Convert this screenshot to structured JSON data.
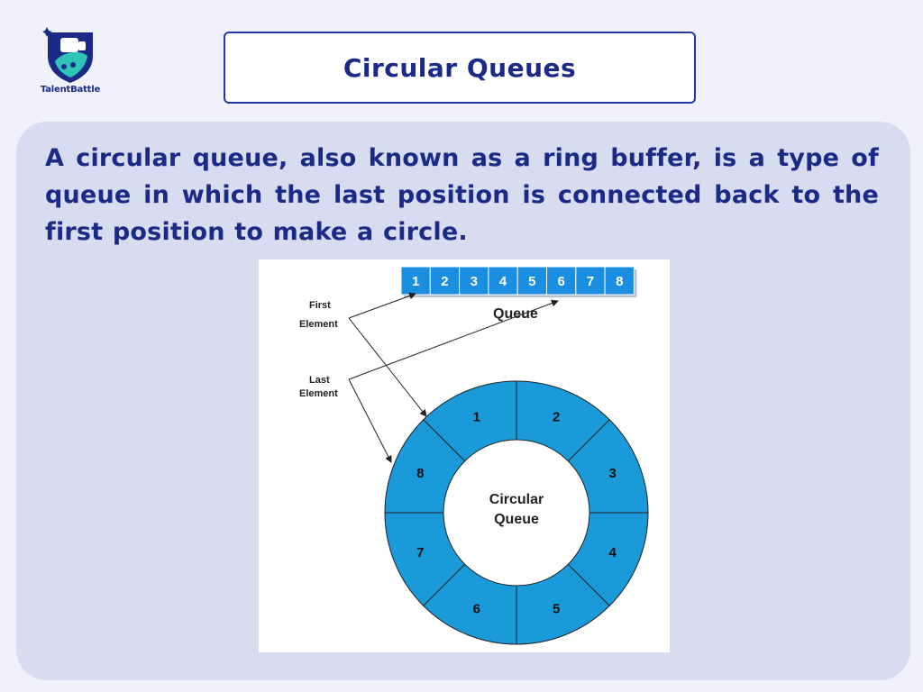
{
  "brand": {
    "name": "TalentBattle"
  },
  "title": "Circular Queues",
  "description": "A circular queue, also known as a ring buffer, is a type of queue in which the last position is connected back to the first position to make a circle.",
  "diagram": {
    "queue_label": "Queue",
    "first_label_line1": "First",
    "first_label_line2": "Element",
    "last_label_line1": "Last",
    "last_label_line2": "Element",
    "circle_label_line1": "Circular",
    "circle_label_line2": "Queue",
    "cells": [
      "1",
      "2",
      "3",
      "4",
      "5",
      "6",
      "7",
      "8"
    ],
    "segments": [
      "1",
      "2",
      "3",
      "4",
      "5",
      "6",
      "7",
      "8"
    ],
    "fill_color": "#1a9ad9",
    "cell_color": "#1a8ee0"
  }
}
